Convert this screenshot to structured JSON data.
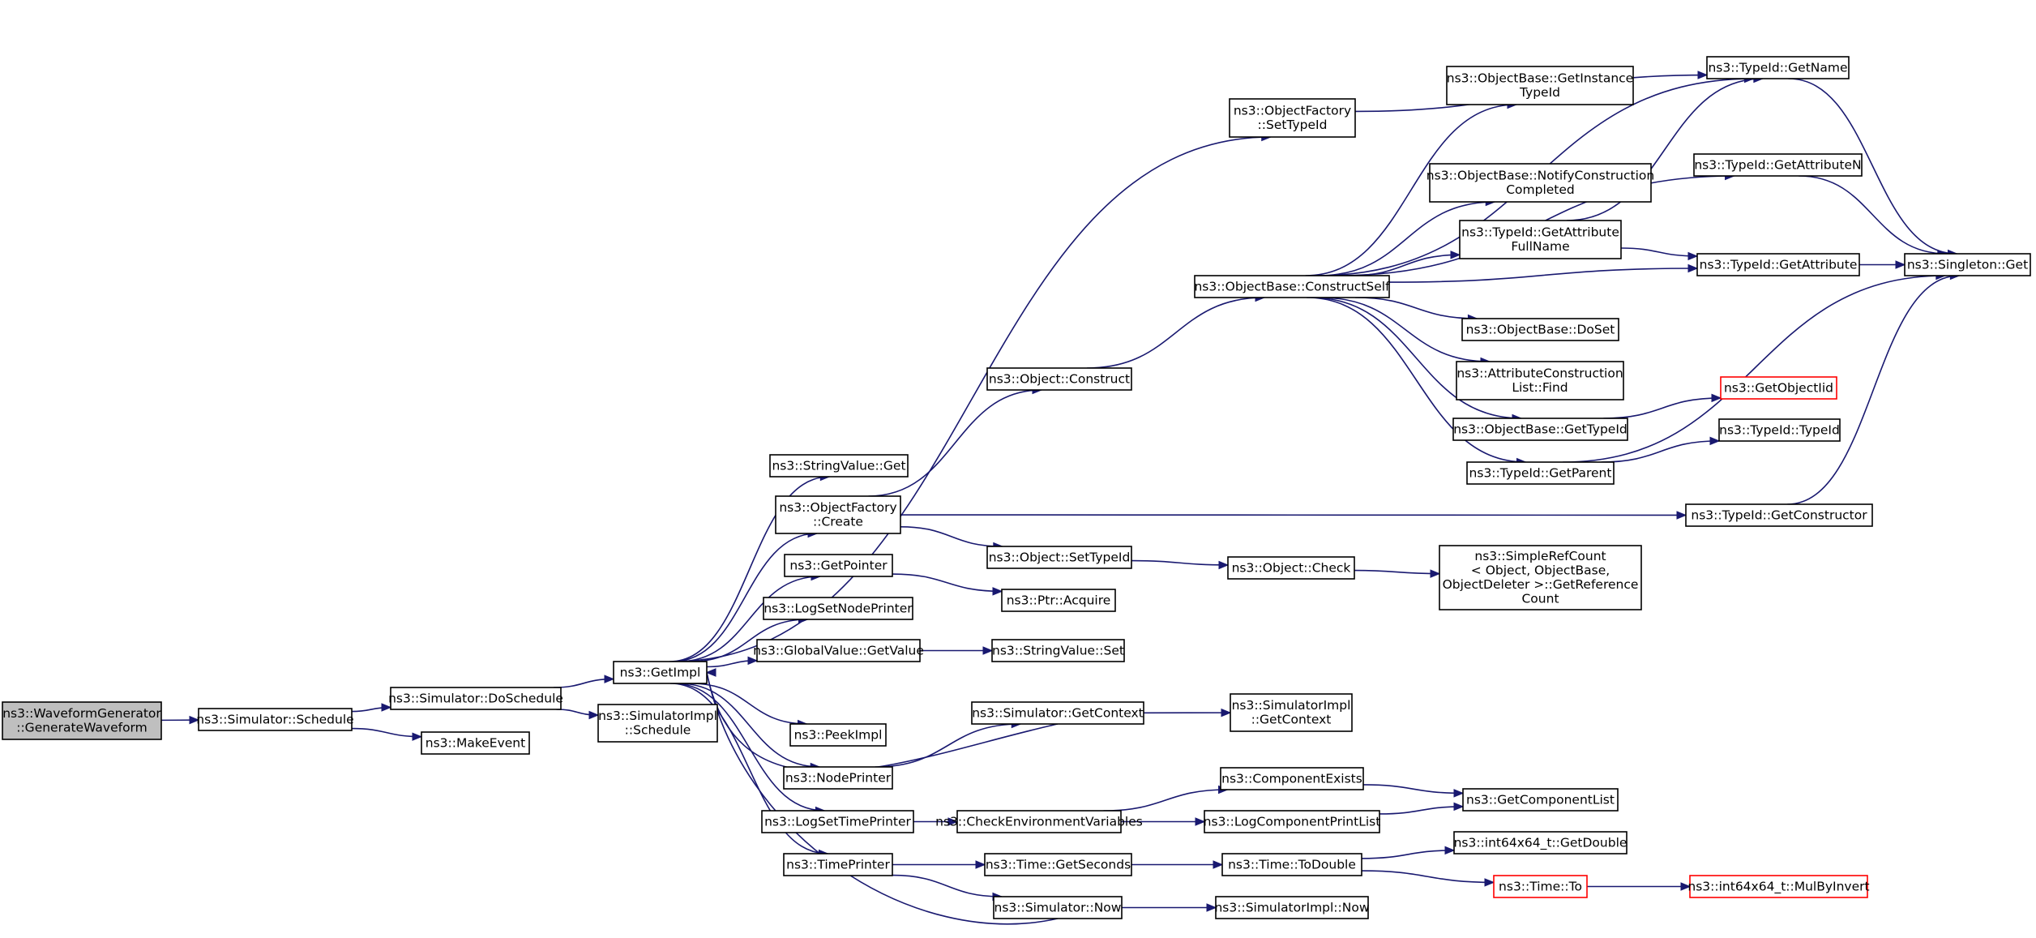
{
  "diagram": {
    "colors": {
      "edge": "#191970",
      "node_border": "#000000",
      "node_border_missing": "#ff0000",
      "root_fill": "#bfbfbf",
      "node_fill": "#ffffff"
    },
    "nodes": [
      {
        "id": "root",
        "lines": [
          "ns3::WaveformGenerator",
          "::GenerateWaveform"
        ],
        "root": true
      },
      {
        "id": "schedule",
        "lines": [
          "ns3::Simulator::Schedule"
        ]
      },
      {
        "id": "doschedule",
        "lines": [
          "ns3::Simulator::DoSchedule"
        ]
      },
      {
        "id": "makeevent",
        "lines": [
          "ns3::MakeEvent"
        ]
      },
      {
        "id": "getimpl",
        "lines": [
          "ns3::GetImpl"
        ]
      },
      {
        "id": "simimpl_schedule",
        "lines": [
          "ns3::SimulatorImpl",
          "::Schedule"
        ]
      },
      {
        "id": "of_settypeid",
        "lines": [
          "ns3::ObjectFactory",
          "::SetTypeId"
        ]
      },
      {
        "id": "stringvalue_get",
        "lines": [
          "ns3::StringValue::Get"
        ]
      },
      {
        "id": "of_create",
        "lines": [
          "ns3::ObjectFactory",
          "::Create"
        ]
      },
      {
        "id": "getpointer",
        "lines": [
          "ns3::GetPointer"
        ]
      },
      {
        "id": "logsetnodeprinter",
        "lines": [
          "ns3::LogSetNodePrinter"
        ]
      },
      {
        "id": "globalvalue_getvalue",
        "lines": [
          "ns3::GlobalValue::GetValue"
        ]
      },
      {
        "id": "peekimpl",
        "lines": [
          "ns3::PeekImpl"
        ]
      },
      {
        "id": "nodeprinter",
        "lines": [
          "ns3::NodePrinter"
        ]
      },
      {
        "id": "logsettimeprinter",
        "lines": [
          "ns3::LogSetTimePrinter"
        ]
      },
      {
        "id": "timeprinter",
        "lines": [
          "ns3::TimePrinter"
        ]
      },
      {
        "id": "object_construct",
        "lines": [
          "ns3::Object::Construct"
        ]
      },
      {
        "id": "object_settypeid",
        "lines": [
          "ns3::Object::SetTypeId"
        ]
      },
      {
        "id": "ptr_acquire",
        "lines": [
          "ns3::Ptr::Acquire"
        ]
      },
      {
        "id": "stringvalue_set",
        "lines": [
          "ns3::StringValue::Set"
        ]
      },
      {
        "id": "sim_getcontext",
        "lines": [
          "ns3::Simulator::GetContext"
        ]
      },
      {
        "id": "checkenv",
        "lines": [
          "ns3::CheckEnvironmentVariables"
        ]
      },
      {
        "id": "time_getseconds",
        "lines": [
          "ns3::Time::GetSeconds"
        ]
      },
      {
        "id": "sim_now",
        "lines": [
          "ns3::Simulator::Now"
        ]
      },
      {
        "id": "ob_constructself",
        "lines": [
          "ns3::ObjectBase::ConstructSelf"
        ]
      },
      {
        "id": "object_check",
        "lines": [
          "ns3::Object::Check"
        ]
      },
      {
        "id": "simimpl_getcontext",
        "lines": [
          "ns3::SimulatorImpl",
          "::GetContext"
        ]
      },
      {
        "id": "componentexists",
        "lines": [
          "ns3::ComponentExists"
        ]
      },
      {
        "id": "logcomponentprintlist",
        "lines": [
          "ns3::LogComponentPrintList"
        ]
      },
      {
        "id": "time_todouble",
        "lines": [
          "ns3::Time::ToDouble"
        ]
      },
      {
        "id": "simimpl_now",
        "lines": [
          "ns3::SimulatorImpl::Now"
        ]
      },
      {
        "id": "ob_getinstancetypeid",
        "lines": [
          "ns3::ObjectBase::GetInstance",
          "TypeId"
        ]
      },
      {
        "id": "ob_notifyconstruction",
        "lines": [
          "ns3::ObjectBase::NotifyConstruction",
          "Completed"
        ]
      },
      {
        "id": "typeid_getattributefullname",
        "lines": [
          "ns3::TypeId::GetAttribute",
          "FullName"
        ]
      },
      {
        "id": "ob_doset",
        "lines": [
          "ns3::ObjectBase::DoSet"
        ]
      },
      {
        "id": "attrconstructionlist_find",
        "lines": [
          "ns3::AttributeConstruction",
          "List::Find"
        ]
      },
      {
        "id": "ob_gettypeid",
        "lines": [
          "ns3::ObjectBase::GetTypeId"
        ]
      },
      {
        "id": "typeid_getparent",
        "lines": [
          "ns3::TypeId::GetParent"
        ]
      },
      {
        "id": "simplerefcount",
        "lines": [
          "ns3::SimpleRefCount",
          "< Object, ObjectBase,",
          " ObjectDeleter >::GetReference",
          "Count"
        ]
      },
      {
        "id": "getcomponentlist",
        "lines": [
          "ns3::GetComponentList"
        ]
      },
      {
        "id": "int64_getdouble",
        "lines": [
          "ns3::int64x64_t::GetDouble"
        ]
      },
      {
        "id": "time_to",
        "lines": [
          "ns3::Time::To"
        ],
        "missing": true
      },
      {
        "id": "typeid_getname",
        "lines": [
          "ns3::TypeId::GetName"
        ]
      },
      {
        "id": "typeid_getattributen",
        "lines": [
          "ns3::TypeId::GetAttributeN"
        ]
      },
      {
        "id": "typeid_getattribute",
        "lines": [
          "ns3::TypeId::GetAttribute"
        ]
      },
      {
        "id": "getobjectiid",
        "lines": [
          "ns3::GetObjectIid"
        ],
        "missing": true
      },
      {
        "id": "typeid_typeid",
        "lines": [
          "ns3::TypeId::TypeId"
        ]
      },
      {
        "id": "typeid_getconstructor",
        "lines": [
          "ns3::TypeId::GetConstructor"
        ]
      },
      {
        "id": "int64_mulbyinvert",
        "lines": [
          "ns3::int64x64_t::MulByInvert"
        ],
        "missing": true
      },
      {
        "id": "singleton_get",
        "lines": [
          "ns3::Singleton::Get"
        ]
      }
    ],
    "edges": [
      [
        "root",
        "schedule"
      ],
      [
        "schedule",
        "doschedule"
      ],
      [
        "schedule",
        "makeevent"
      ],
      [
        "doschedule",
        "getimpl"
      ],
      [
        "doschedule",
        "simimpl_schedule"
      ],
      [
        "getimpl",
        "of_settypeid"
      ],
      [
        "getimpl",
        "stringvalue_get"
      ],
      [
        "getimpl",
        "of_create"
      ],
      [
        "getimpl",
        "getpointer"
      ],
      [
        "getimpl",
        "logsetnodeprinter"
      ],
      [
        "getimpl",
        "globalvalue_getvalue"
      ],
      [
        "getimpl",
        "peekimpl"
      ],
      [
        "getimpl",
        "nodeprinter"
      ],
      [
        "getimpl",
        "logsettimeprinter"
      ],
      [
        "getimpl",
        "timeprinter"
      ],
      [
        "of_settypeid",
        "typeid_getname"
      ],
      [
        "of_create",
        "object_construct"
      ],
      [
        "of_create",
        "object_settypeid"
      ],
      [
        "of_create",
        "typeid_getconstructor"
      ],
      [
        "getpointer",
        "ptr_acquire"
      ],
      [
        "globalvalue_getvalue",
        "stringvalue_set"
      ],
      [
        "sim_getcontext",
        "getimpl"
      ],
      [
        "sim_getcontext",
        "simimpl_getcontext"
      ],
      [
        "nodeprinter",
        "sim_getcontext"
      ],
      [
        "logsettimeprinter",
        "checkenv"
      ],
      [
        "checkenv",
        "componentexists"
      ],
      [
        "checkenv",
        "logcomponentprintlist"
      ],
      [
        "componentexists",
        "getcomponentlist"
      ],
      [
        "logcomponentprintlist",
        "getcomponentlist"
      ],
      [
        "timeprinter",
        "time_getseconds"
      ],
      [
        "timeprinter",
        "sim_now"
      ],
      [
        "sim_now",
        "getimpl"
      ],
      [
        "sim_now",
        "simimpl_now"
      ],
      [
        "time_getseconds",
        "time_todouble"
      ],
      [
        "time_todouble",
        "int64_getdouble"
      ],
      [
        "time_todouble",
        "time_to"
      ],
      [
        "time_to",
        "int64_mulbyinvert"
      ],
      [
        "object_construct",
        "ob_constructself"
      ],
      [
        "object_settypeid",
        "object_check"
      ],
      [
        "object_check",
        "simplerefcount"
      ],
      [
        "ob_constructself",
        "typeid_getname"
      ],
      [
        "ob_constructself",
        "ob_getinstancetypeid"
      ],
      [
        "ob_constructself",
        "typeid_getattributen"
      ],
      [
        "ob_constructself",
        "ob_notifyconstruction"
      ],
      [
        "ob_constructself",
        "typeid_getattributefullname"
      ],
      [
        "ob_constructself",
        "typeid_getattribute"
      ],
      [
        "ob_constructself",
        "ob_doset"
      ],
      [
        "ob_constructself",
        "attrconstructionlist_find"
      ],
      [
        "ob_constructself",
        "ob_gettypeid"
      ],
      [
        "ob_constructself",
        "typeid_getparent"
      ],
      [
        "typeid_getattributefullname",
        "typeid_getname"
      ],
      [
        "typeid_getattributefullname",
        "typeid_getattribute"
      ],
      [
        "ob_gettypeid",
        "getobjectiid"
      ],
      [
        "typeid_getparent",
        "typeid_typeid"
      ],
      [
        "typeid_getparent",
        "singleton_get"
      ],
      [
        "typeid_getname",
        "singleton_get"
      ],
      [
        "typeid_getattributen",
        "singleton_get"
      ],
      [
        "typeid_getattribute",
        "singleton_get"
      ],
      [
        "typeid_getconstructor",
        "singleton_get"
      ]
    ]
  }
}
